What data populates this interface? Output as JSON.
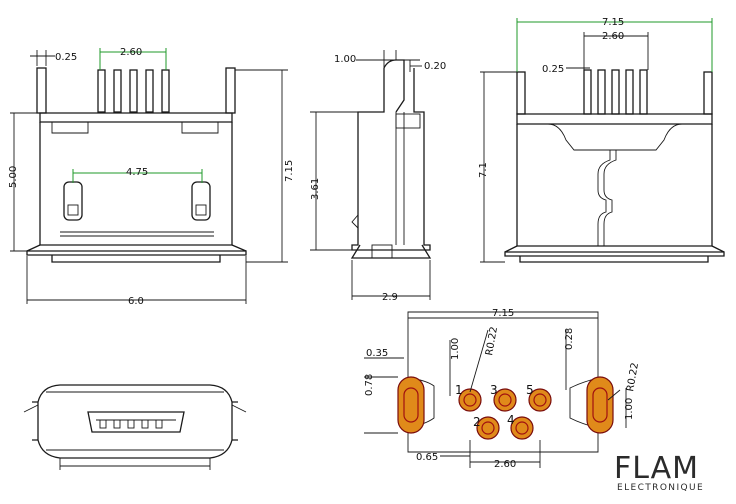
{
  "front_view": {
    "dim_pitch_total": "2.60",
    "dim_pin_width": "0.25",
    "dim_mount_spacing": "4.75",
    "dim_height": "5.00",
    "dim_total_height": "7.15",
    "dim_width": "6.0"
  },
  "side_view": {
    "dim_thickness": "1.00",
    "dim_pin": "0.20",
    "dim_height": "3.61",
    "dim_depth": "2.9"
  },
  "rear_view": {
    "dim_width": "7.15",
    "dim_pitch": "2.60",
    "dim_pin": "0.25",
    "dim_height": "7.1"
  },
  "footprint": {
    "dim_width": "7.15",
    "dim_radius_left": "R0.22",
    "dim_radius_right": "R0.22",
    "dim_100_left": "1.00",
    "dim_100_right": "1.00",
    "dim_035": "0.35",
    "dim_078": "0.78",
    "dim_028": "0.28",
    "dim_065": "0.65",
    "dim_pitch": "2.60",
    "pins": [
      "1",
      "2",
      "3",
      "4",
      "5"
    ]
  },
  "logo": {
    "name": "FLAM",
    "tagline": "ELECTRONIQUE"
  }
}
